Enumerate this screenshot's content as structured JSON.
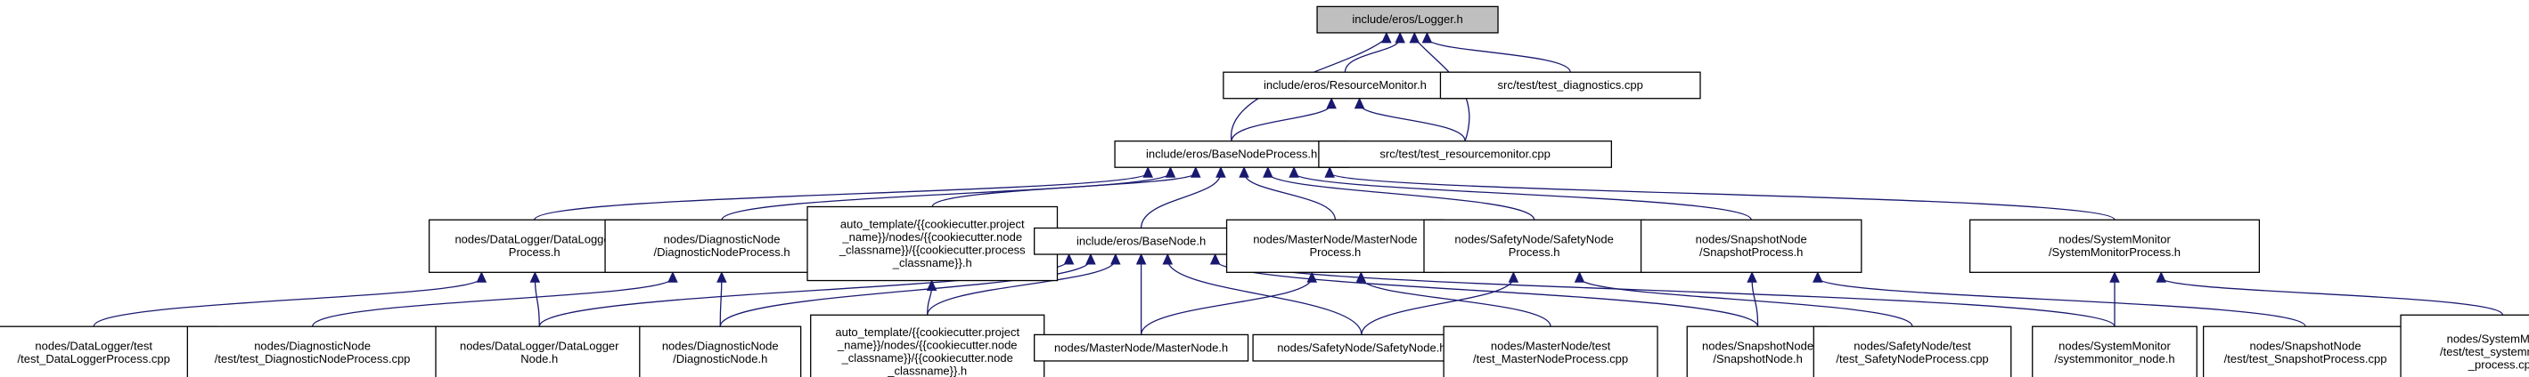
{
  "graph": {
    "title": "include/eros/Logger.h",
    "colors": {
      "edge": "#191970",
      "root_fill": "#bfbfbf",
      "node_fill": "#ffffff",
      "node_border": "#000000"
    },
    "nodes": [
      {
        "id": "logger",
        "lines": [
          "include/eros/Logger.h"
        ]
      },
      {
        "id": "resmon",
        "lines": [
          "include/eros/ResourceMonitor.h"
        ]
      },
      {
        "id": "test_diag",
        "lines": [
          "src/test/test_diagnostics.cpp"
        ]
      },
      {
        "id": "bnp",
        "lines": [
          "include/eros/BaseNodeProcess.h"
        ]
      },
      {
        "id": "test_resmon",
        "lines": [
          "src/test/test_resourcemonitor.cpp"
        ]
      },
      {
        "id": "dlp",
        "lines": [
          "nodes/DataLogger/DataLogger",
          "Process.h"
        ]
      },
      {
        "id": "dnp",
        "lines": [
          "nodes/DiagnosticNode",
          "/DiagnosticNodeProcess.h"
        ]
      },
      {
        "id": "auto_proc",
        "lines": [
          "auto_template/{{cookiecutter.project",
          "_name}}/nodes/{{cookiecutter.node",
          "_classname}}/{{cookiecutter.process",
          "_classname}}.h"
        ]
      },
      {
        "id": "basenode",
        "lines": [
          "include/eros/BaseNode.h"
        ]
      },
      {
        "id": "mnp",
        "lines": [
          "nodes/MasterNode/MasterNode",
          "Process.h"
        ]
      },
      {
        "id": "snp",
        "lines": [
          "nodes/SafetyNode/SafetyNode",
          "Process.h"
        ]
      },
      {
        "id": "ssp",
        "lines": [
          "nodes/SnapshotNode",
          "/SnapshotProcess.h"
        ]
      },
      {
        "id": "smp",
        "lines": [
          "nodes/SystemMonitor",
          "/SystemMonitorProcess.h"
        ]
      },
      {
        "id": "dl_test",
        "lines": [
          "nodes/DataLogger/test",
          "/test_DataLoggerProcess.cpp"
        ]
      },
      {
        "id": "dn_test",
        "lines": [
          "nodes/DiagnosticNode",
          "/test/test_DiagnosticNodeProcess.cpp"
        ]
      },
      {
        "id": "dl_node",
        "lines": [
          "nodes/DataLogger/DataLogger",
          "Node.h"
        ]
      },
      {
        "id": "dn_node",
        "lines": [
          "nodes/DiagnosticNode",
          "/DiagnosticNode.h"
        ]
      },
      {
        "id": "auto_node",
        "lines": [
          "auto_template/{{cookiecutter.project",
          "_name}}/nodes/{{cookiecutter.node",
          "_classname}}/{{cookiecutter.node",
          "_classname}}.h"
        ]
      },
      {
        "id": "mn_node",
        "lines": [
          "nodes/MasterNode/MasterNode.h"
        ]
      },
      {
        "id": "sn_node",
        "lines": [
          "nodes/SafetyNode/SafetyNode.h"
        ]
      },
      {
        "id": "mn_test",
        "lines": [
          "nodes/MasterNode/test",
          "/test_MasterNodeProcess.cpp"
        ]
      },
      {
        "id": "ss_node",
        "lines": [
          "nodes/SnapshotNode",
          "/SnapshotNode.h"
        ]
      },
      {
        "id": "sn_test",
        "lines": [
          "nodes/SafetyNode/test",
          "/test_SafetyNodeProcess.cpp"
        ]
      },
      {
        "id": "sm_node",
        "lines": [
          "nodes/SystemMonitor",
          "/systemmonitor_node.h"
        ]
      },
      {
        "id": "ss_test",
        "lines": [
          "nodes/SnapshotNode",
          "/test/test_SnapshotProcess.cpp"
        ]
      },
      {
        "id": "sm_test",
        "lines": [
          "nodes/SystemMonitor",
          "/test/test_systemmonitor",
          "_process.cpp"
        ]
      }
    ],
    "edges": [
      [
        "logger",
        "resmon"
      ],
      [
        "logger",
        "test_diag"
      ],
      [
        "logger",
        "bnp"
      ],
      [
        "logger",
        "test_resmon"
      ],
      [
        "resmon",
        "bnp"
      ],
      [
        "resmon",
        "test_resmon"
      ],
      [
        "bnp",
        "dlp"
      ],
      [
        "bnp",
        "dnp"
      ],
      [
        "bnp",
        "auto_proc"
      ],
      [
        "bnp",
        "basenode"
      ],
      [
        "bnp",
        "mnp"
      ],
      [
        "bnp",
        "snp"
      ],
      [
        "bnp",
        "ssp"
      ],
      [
        "bnp",
        "smp"
      ],
      [
        "dlp",
        "dl_test"
      ],
      [
        "dlp",
        "dl_node"
      ],
      [
        "dnp",
        "dn_test"
      ],
      [
        "dnp",
        "dn_node"
      ],
      [
        "auto_proc",
        "auto_node"
      ],
      [
        "basenode",
        "dl_node"
      ],
      [
        "basenode",
        "dn_node"
      ],
      [
        "basenode",
        "auto_node"
      ],
      [
        "basenode",
        "mn_node"
      ],
      [
        "basenode",
        "sn_node"
      ],
      [
        "basenode",
        "ss_node"
      ],
      [
        "basenode",
        "sm_node"
      ],
      [
        "mnp",
        "mn_node"
      ],
      [
        "mnp",
        "mn_test"
      ],
      [
        "snp",
        "sn_node"
      ],
      [
        "snp",
        "sn_test"
      ],
      [
        "ssp",
        "ss_node"
      ],
      [
        "ssp",
        "ss_test"
      ],
      [
        "smp",
        "sm_node"
      ],
      [
        "smp",
        "sm_test"
      ]
    ]
  }
}
